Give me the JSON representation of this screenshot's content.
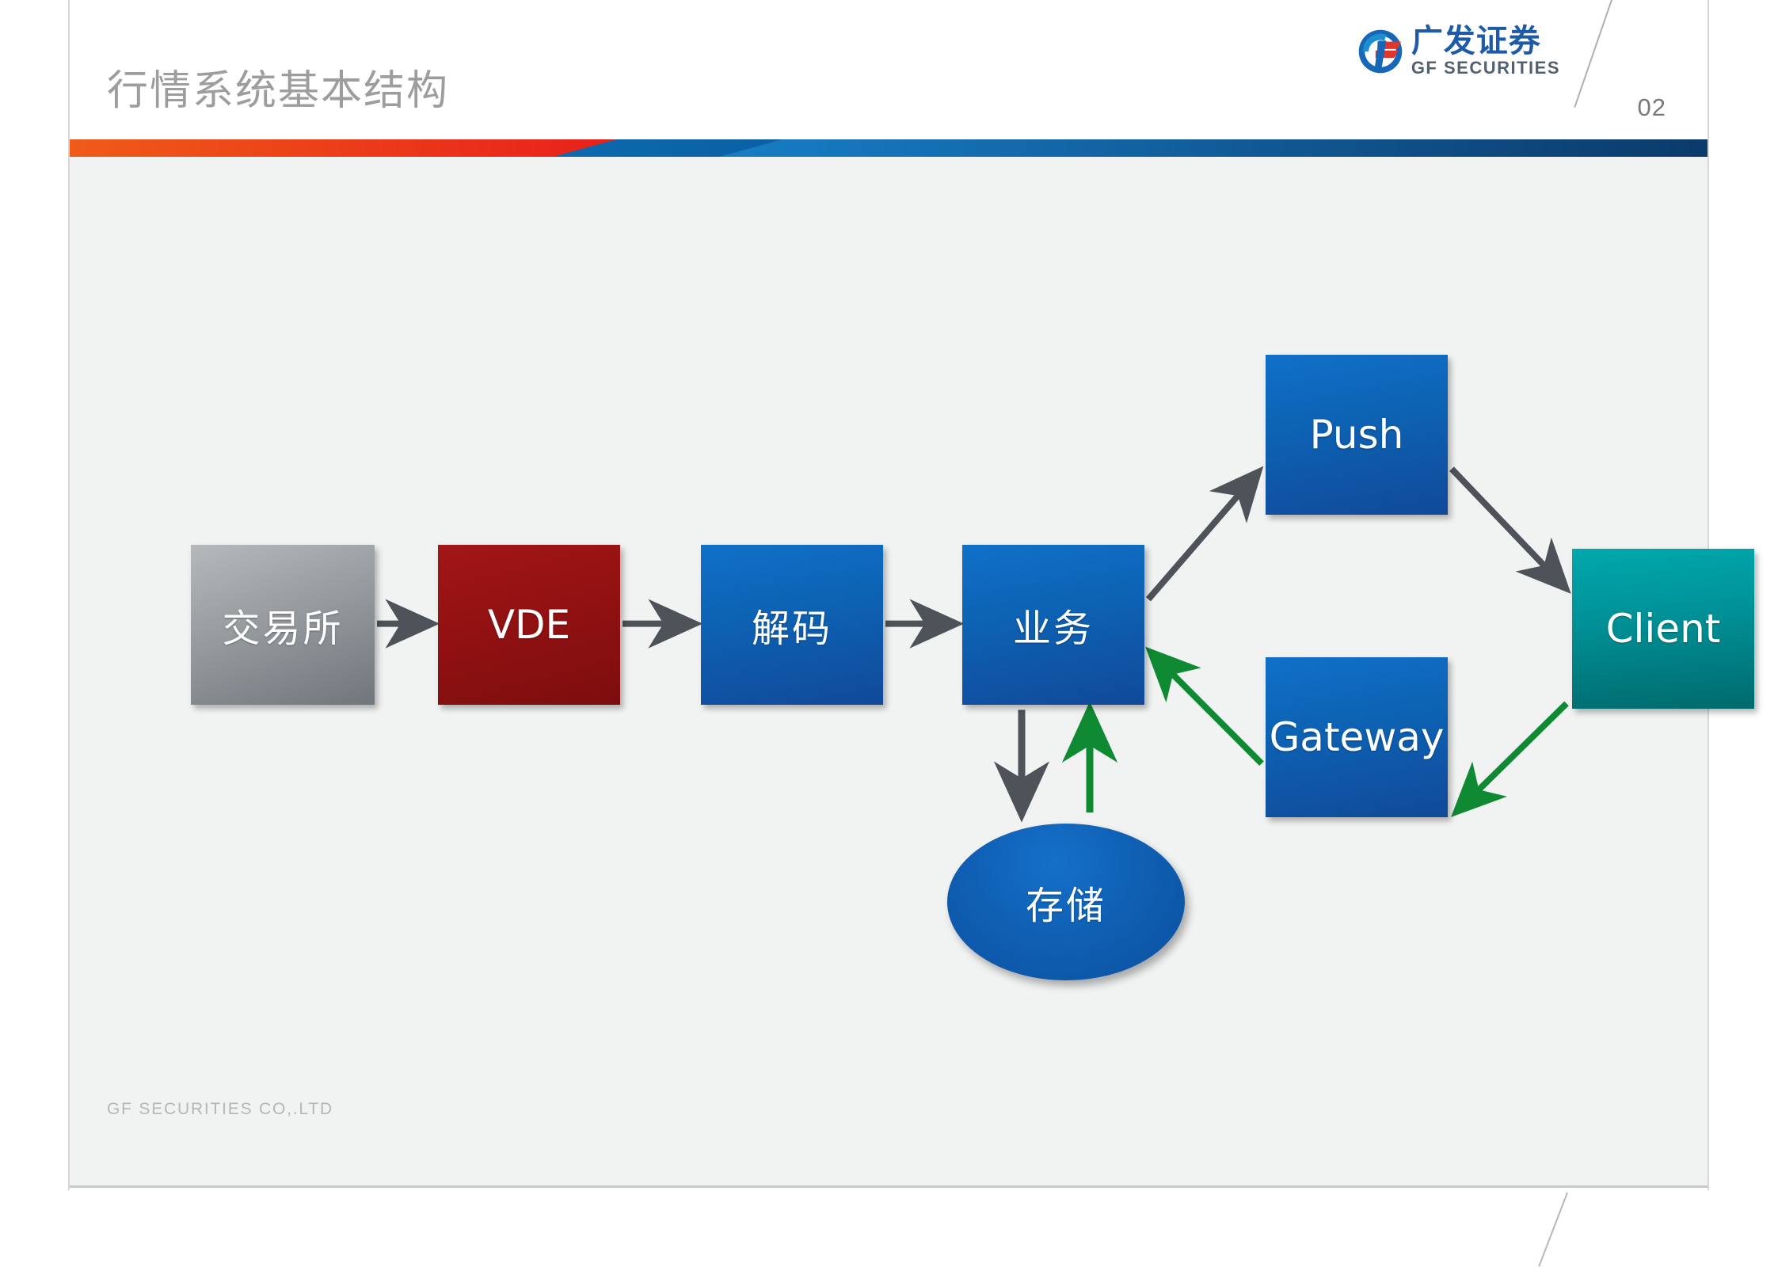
{
  "slide": {
    "title": "行情系统基本结构",
    "page_number": "02",
    "footer": "GF SECURITIES CO,.LTD",
    "background": "#f1f2f2"
  },
  "brand": {
    "logo_icon": "gf-securities-logo-icon",
    "name_cn": "广发证券",
    "name_en": "GF SECURITIES",
    "primary_blue": "#1d5aa8",
    "logo_red": "#e2342a"
  },
  "accent_bar": {
    "segments": [
      {
        "name": "orange-red",
        "from": "#ef5b18",
        "to": "#e8201b"
      },
      {
        "name": "mid-blue",
        "from": "#1183c4",
        "to": "#0b5fa3"
      },
      {
        "name": "light-to-navy-blue",
        "from": "#27a6e0",
        "to": "#0b3a6b"
      }
    ]
  },
  "diagram": {
    "type": "flow-diagram",
    "nodes": [
      {
        "id": "exchange",
        "label": "交易所",
        "shape": "rect",
        "color": "#9ba0a3",
        "lang": "cn"
      },
      {
        "id": "vde",
        "label": "VDE",
        "shape": "rect",
        "color": "#921112",
        "lang": "en"
      },
      {
        "id": "decode",
        "label": "解码",
        "shape": "rect",
        "color": "#0d63b4",
        "lang": "cn"
      },
      {
        "id": "business",
        "label": "业务",
        "shape": "rect",
        "color": "#0d63b4",
        "lang": "cn"
      },
      {
        "id": "push",
        "label": "Push",
        "shape": "rect",
        "color": "#0d63b4",
        "lang": "en"
      },
      {
        "id": "gateway",
        "label": "Gateway",
        "shape": "rect",
        "color": "#0d63b4",
        "lang": "en"
      },
      {
        "id": "client",
        "label": "Client",
        "shape": "rect",
        "color": "#009399",
        "lang": "en"
      },
      {
        "id": "storage",
        "label": "存储",
        "shape": "ellipse",
        "color": "#0f60b4",
        "lang": "cn"
      }
    ],
    "edges": [
      {
        "from": "exchange",
        "to": "vde",
        "color": "#4d5358",
        "style": "solid"
      },
      {
        "from": "vde",
        "to": "decode",
        "color": "#4d5358",
        "style": "solid"
      },
      {
        "from": "decode",
        "to": "business",
        "color": "#4d5358",
        "style": "solid"
      },
      {
        "from": "business",
        "to": "push",
        "color": "#4d5358",
        "style": "solid"
      },
      {
        "from": "push",
        "to": "client",
        "color": "#4d5358",
        "style": "solid"
      },
      {
        "from": "business",
        "to": "storage",
        "color": "#4d5358",
        "style": "solid"
      },
      {
        "from": "storage",
        "to": "business",
        "color": "#0f8a33",
        "style": "solid"
      },
      {
        "from": "client",
        "to": "gateway",
        "color": "#0f8a33",
        "style": "solid"
      },
      {
        "from": "gateway",
        "to": "business",
        "color": "#0f8a33",
        "style": "solid"
      }
    ],
    "arrow_colors": {
      "gray": "#4d5358",
      "green": "#0f8a33"
    }
  }
}
